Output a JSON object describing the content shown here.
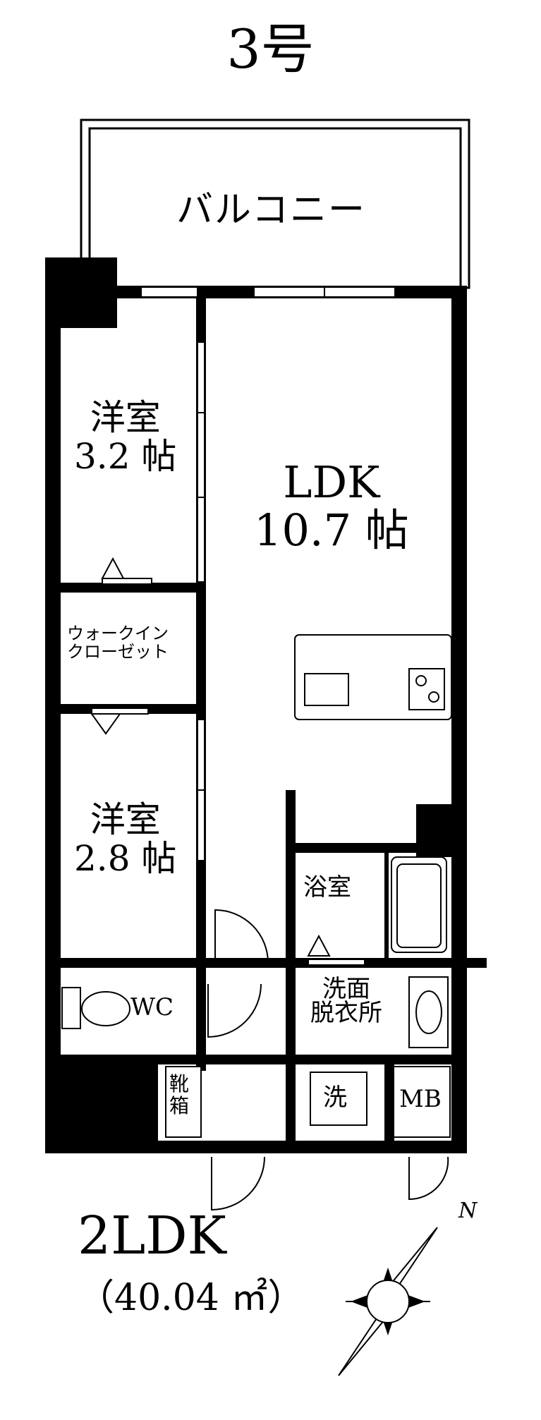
{
  "unit_title": "3号",
  "rooms": {
    "balcony": "バルコニー",
    "western_room_1": {
      "name": "洋室",
      "size": "3.2 帖"
    },
    "ldk": {
      "name": "LDK",
      "size": "10.7 帖"
    },
    "walk_in_closet": {
      "line1": "ウォークイン",
      "line2": "クローゼット"
    },
    "western_room_2": {
      "name": "洋室",
      "size": "2.8 帖"
    },
    "bathroom": "浴室",
    "wc": "WC",
    "washroom": {
      "line1": "洗面",
      "line2": "脱衣所"
    },
    "shoe_box": {
      "line1": "靴",
      "line2": "箱"
    },
    "washer": "洗",
    "meter_box": "MB"
  },
  "layout_type": "2LDK",
  "floor_area": "（40.04 ㎡）",
  "north_label": "N",
  "colors": {
    "wall": "#000000",
    "background": "#ffffff"
  }
}
